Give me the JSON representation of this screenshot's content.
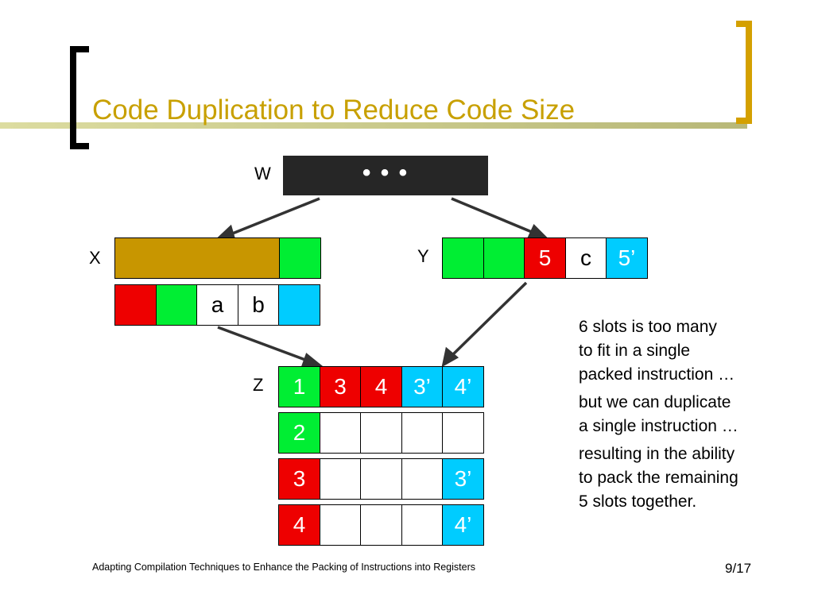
{
  "slide": {
    "title": "Code Duplication to Reduce Code Size",
    "footer": "Adapting Compilation Techniques to Enhance the Packing of Instructions into Registers",
    "page_number": "9/17"
  },
  "colors": {
    "title": "#c8a000",
    "accent_line": "#cccc88",
    "bracket_left": "#000000",
    "bracket_right": "#d4a000",
    "w_bar": "#262626",
    "green": "#00ee33",
    "red": "#ee0000",
    "cyan": "#00ccff",
    "gold": "#c89600"
  },
  "diagram": {
    "w": {
      "label": "W",
      "text": "• • •"
    },
    "x": {
      "label": "X",
      "row1": [
        "",
        ""
      ],
      "row2": [
        "",
        "",
        "a",
        "b",
        ""
      ]
    },
    "y": {
      "label": "Y",
      "row1": [
        "",
        "",
        "5",
        "c",
        "5’"
      ]
    },
    "z": {
      "label": "Z",
      "rows": [
        [
          "1",
          "3",
          "4",
          "3’",
          "4’"
        ],
        [
          "2",
          "",
          "",
          "",
          ""
        ],
        [
          "3",
          "",
          "",
          "",
          "3’"
        ],
        [
          "4",
          "",
          "",
          "",
          "4’"
        ]
      ]
    }
  },
  "notes": [
    "6 slots is too many",
    "to fit in a single",
    "packed instruction …",
    "but we can duplicate",
    "a single instruction …",
    "resulting in the ability",
    "to pack the remaining",
    "5 slots together."
  ]
}
